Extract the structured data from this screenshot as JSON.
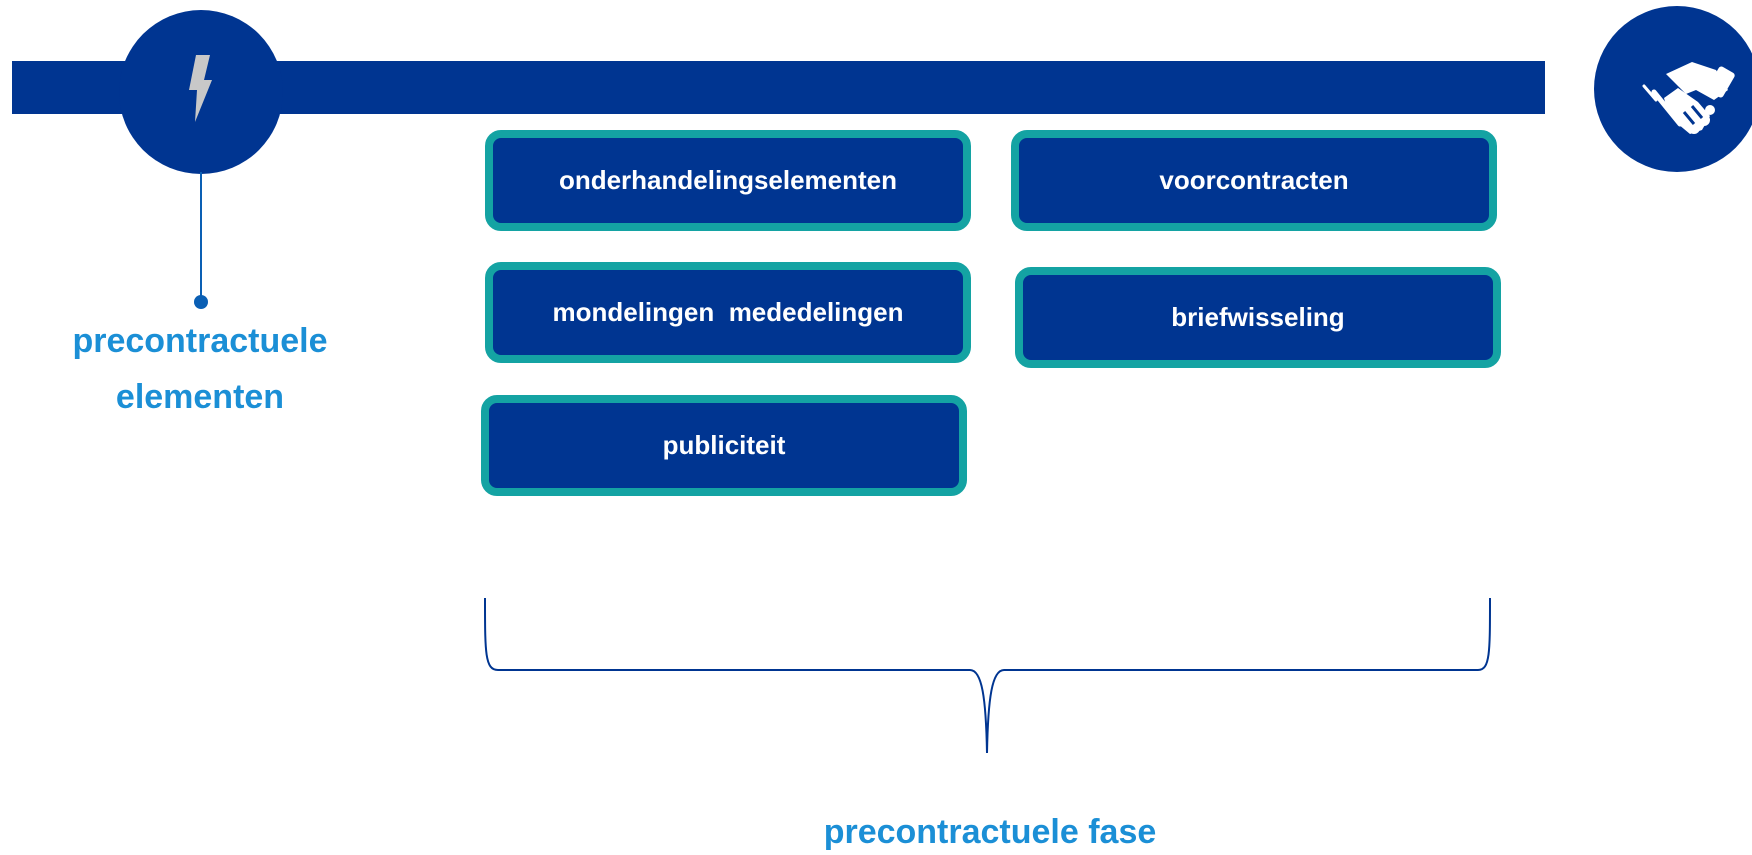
{
  "left_label": {
    "line1": "precontractuele",
    "line2": "elementen"
  },
  "boxes": [
    {
      "label": "onderhandelingselementen"
    },
    {
      "label": "voorcontracten"
    },
    {
      "label": "mondelingen  mededelingen"
    },
    {
      "label": "briefwisseling"
    },
    {
      "label": "publiciteit"
    }
  ],
  "bottom_label": "precontractuele fase",
  "icons": {
    "left": "lightning-icon",
    "right": "handshake-icon"
  },
  "colors": {
    "dark_blue": "#003591",
    "teal_border": "#14a3a3",
    "label_blue": "#1b8fd6",
    "icon_gray": "#c8c8c8"
  }
}
